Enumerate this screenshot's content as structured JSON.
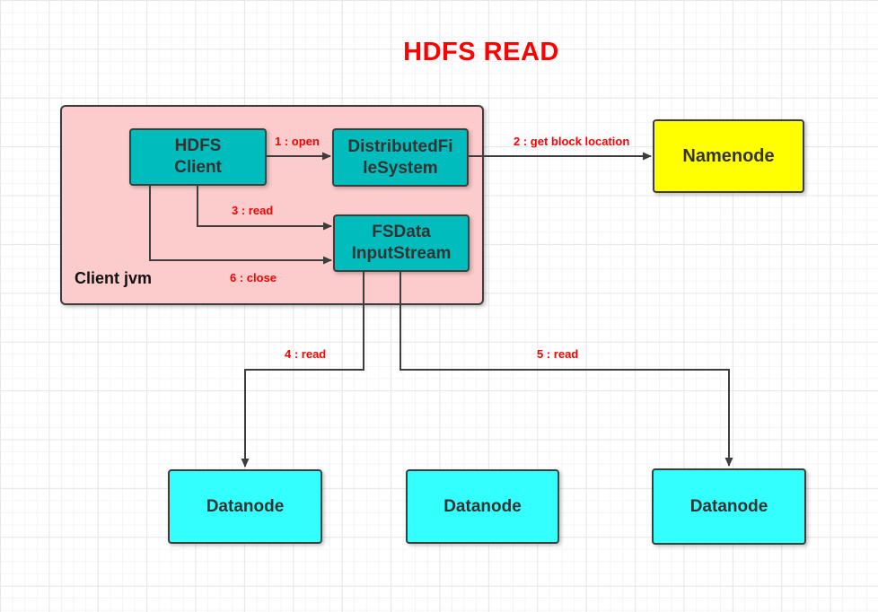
{
  "title": "HDFS READ",
  "container": {
    "label": "Client jvm"
  },
  "nodes": {
    "hdfs_client": {
      "lines": [
        "HDFS",
        "Client"
      ]
    },
    "distributed_file_system": {
      "lines": [
        "DistributedFi",
        "leSystem"
      ]
    },
    "fsdata_input_stream": {
      "lines": [
        "FSData",
        "InputStream"
      ]
    },
    "namenode": {
      "label": "Namenode"
    },
    "datanode_1": {
      "label": "Datanode"
    },
    "datanode_2": {
      "label": "Datanode"
    },
    "datanode_3": {
      "label": "Datanode"
    }
  },
  "edges": {
    "open": "1 : open",
    "get_block_location": "2 : get block location",
    "read3": "3 : read",
    "read4": "4 : read",
    "read5": "5 : read",
    "close": "6 : close"
  },
  "colors": {
    "title_red": "#ff0000",
    "edge_label_red": "#ff0000",
    "client_jvm_fill": "#fccbcb",
    "component_fill": "#00bcbc",
    "namenode_fill": "#ffff00",
    "datanode_fill": "#33ffff",
    "stroke": "#3d3d3d",
    "node_text": "#333333"
  }
}
